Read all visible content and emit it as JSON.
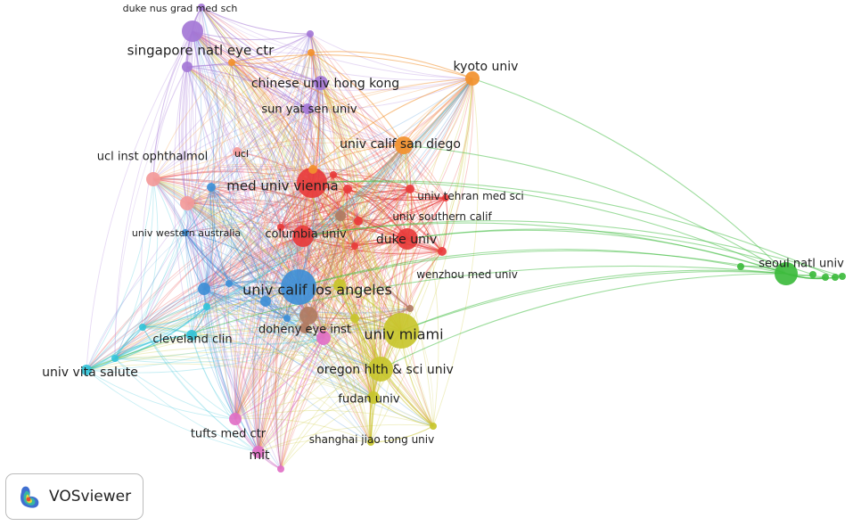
{
  "legend": {
    "logo_icon": "vosviewer-logo-icon",
    "label": "VOSviewer"
  },
  "clusters": {
    "red": "#e83b3b",
    "green": "#3dbb3d",
    "blue": "#3f8fd6",
    "yellow": "#c8c52c",
    "purple": "#a477d6",
    "cyan": "#34c3d8",
    "orange": "#f2912e",
    "brown": "#b07b62",
    "pink": "#e170c6",
    "salmon": "#f39a9a"
  },
  "nodes": [
    {
      "id": "med_univ_vienna",
      "label": "med univ vienna",
      "cluster": "red",
      "w": 34
    },
    {
      "id": "columbia_univ",
      "label": "columbia univ",
      "cluster": "red",
      "w": 24
    },
    {
      "id": "duke_univ",
      "label": "duke univ",
      "cluster": "red",
      "w": 24
    },
    {
      "id": "univ_tehran",
      "label": "univ tehran med sci",
      "cluster": "red",
      "w": 10
    },
    {
      "id": "univ_southern_calif",
      "label": "univ southern calif",
      "cluster": "red",
      "w": 10
    },
    {
      "id": "wenzhou",
      "label": "wenzhou med univ",
      "cluster": "red",
      "w": 10
    },
    {
      "id": "r1",
      "label": "",
      "cluster": "red",
      "w": 10
    },
    {
      "id": "r2",
      "label": "",
      "cluster": "red",
      "w": 8
    },
    {
      "id": "r3",
      "label": "",
      "cluster": "red",
      "w": 8
    },
    {
      "id": "r4",
      "label": "",
      "cluster": "red",
      "w": 8
    },
    {
      "id": "r5",
      "label": "",
      "cluster": "red",
      "w": 8
    },
    {
      "id": "seoul_natl_univ",
      "label": "seoul natl univ",
      "cluster": "green",
      "w": 26
    },
    {
      "id": "g1",
      "label": "",
      "cluster": "green",
      "w": 8
    },
    {
      "id": "g2",
      "label": "",
      "cluster": "green",
      "w": 8
    },
    {
      "id": "g3",
      "label": "",
      "cluster": "green",
      "w": 8
    },
    {
      "id": "g4",
      "label": "",
      "cluster": "green",
      "w": 8
    },
    {
      "id": "g5",
      "label": "",
      "cluster": "green",
      "w": 8
    },
    {
      "id": "univ_calif_la",
      "label": "univ calif los angeles",
      "cluster": "blue",
      "w": 40
    },
    {
      "id": "univ_western_australia",
      "label": "univ western australia",
      "cluster": "blue",
      "w": 8
    },
    {
      "id": "b1",
      "label": "",
      "cluster": "blue",
      "w": 14
    },
    {
      "id": "b2",
      "label": "",
      "cluster": "blue",
      "w": 12
    },
    {
      "id": "b3",
      "label": "",
      "cluster": "blue",
      "w": 10
    },
    {
      "id": "b4",
      "label": "",
      "cluster": "blue",
      "w": 8
    },
    {
      "id": "b5",
      "label": "",
      "cluster": "blue",
      "w": 8
    },
    {
      "id": "univ_miami",
      "label": "univ miami",
      "cluster": "yellow",
      "w": 40
    },
    {
      "id": "oregon_hlth",
      "label": "oregon hlth & sci univ",
      "cluster": "yellow",
      "w": 28
    },
    {
      "id": "fudan_univ",
      "label": "fudan univ",
      "cluster": "yellow",
      "w": 14
    },
    {
      "id": "shanghai_jiao_tong",
      "label": "shanghai jiao tong univ",
      "cluster": "yellow",
      "w": 8
    },
    {
      "id": "y1",
      "label": "",
      "cluster": "yellow",
      "w": 14
    },
    {
      "id": "y2",
      "label": "",
      "cluster": "yellow",
      "w": 10
    },
    {
      "id": "y3",
      "label": "",
      "cluster": "yellow",
      "w": 8
    },
    {
      "id": "duke_nus",
      "label": "duke nus grad med sch",
      "cluster": "purple",
      "w": 8
    },
    {
      "id": "singapore_natl_eye",
      "label": "singapore natl eye ctr",
      "cluster": "purple",
      "w": 24
    },
    {
      "id": "chinese_univ_hk",
      "label": "chinese univ hong kong",
      "cluster": "purple",
      "w": 16
    },
    {
      "id": "sun_yat_sen",
      "label": "sun yat sen univ",
      "cluster": "purple",
      "w": 12
    },
    {
      "id": "p1",
      "label": "",
      "cluster": "purple",
      "w": 12
    },
    {
      "id": "p2",
      "label": "",
      "cluster": "purple",
      "w": 8
    },
    {
      "id": "cleveland_clin",
      "label": "cleveland clin",
      "cluster": "cyan",
      "w": 12
    },
    {
      "id": "univ_vita_salute",
      "label": "univ vita salute",
      "cluster": "cyan",
      "w": 12
    },
    {
      "id": "c1",
      "label": "",
      "cluster": "cyan",
      "w": 8
    },
    {
      "id": "c2",
      "label": "",
      "cluster": "cyan",
      "w": 8
    },
    {
      "id": "c3",
      "label": "",
      "cluster": "cyan",
      "w": 8
    },
    {
      "id": "kyoto_univ",
      "label": "kyoto univ",
      "cluster": "orange",
      "w": 16
    },
    {
      "id": "univ_calif_san_diego",
      "label": "univ calif san diego",
      "cluster": "orange",
      "w": 20
    },
    {
      "id": "o1",
      "label": "",
      "cluster": "orange",
      "w": 10
    },
    {
      "id": "o2",
      "label": "",
      "cluster": "orange",
      "w": 8
    },
    {
      "id": "o3",
      "label": "",
      "cluster": "orange",
      "w": 8
    },
    {
      "id": "doheny_eye_inst",
      "label": "doheny eye inst",
      "cluster": "brown",
      "w": 12
    },
    {
      "id": "br1",
      "label": "",
      "cluster": "brown",
      "w": 20
    },
    {
      "id": "br2",
      "label": "",
      "cluster": "brown",
      "w": 12
    },
    {
      "id": "br3",
      "label": "",
      "cluster": "brown",
      "w": 8
    },
    {
      "id": "tufts_med_ctr",
      "label": "tufts med ctr",
      "cluster": "pink",
      "w": 14
    },
    {
      "id": "mit",
      "label": "mit",
      "cluster": "pink",
      "w": 14
    },
    {
      "id": "pk1",
      "label": "",
      "cluster": "pink",
      "w": 16
    },
    {
      "id": "pk2",
      "label": "",
      "cluster": "pink",
      "w": 8
    },
    {
      "id": "ucl_inst_ophthalmol",
      "label": "ucl inst ophthalmol",
      "cluster": "salmon",
      "w": 16
    },
    {
      "id": "ucl",
      "label": "ucl",
      "cluster": "salmon",
      "w": 10
    },
    {
      "id": "s1",
      "label": "",
      "cluster": "salmon",
      "w": 16
    }
  ]
}
